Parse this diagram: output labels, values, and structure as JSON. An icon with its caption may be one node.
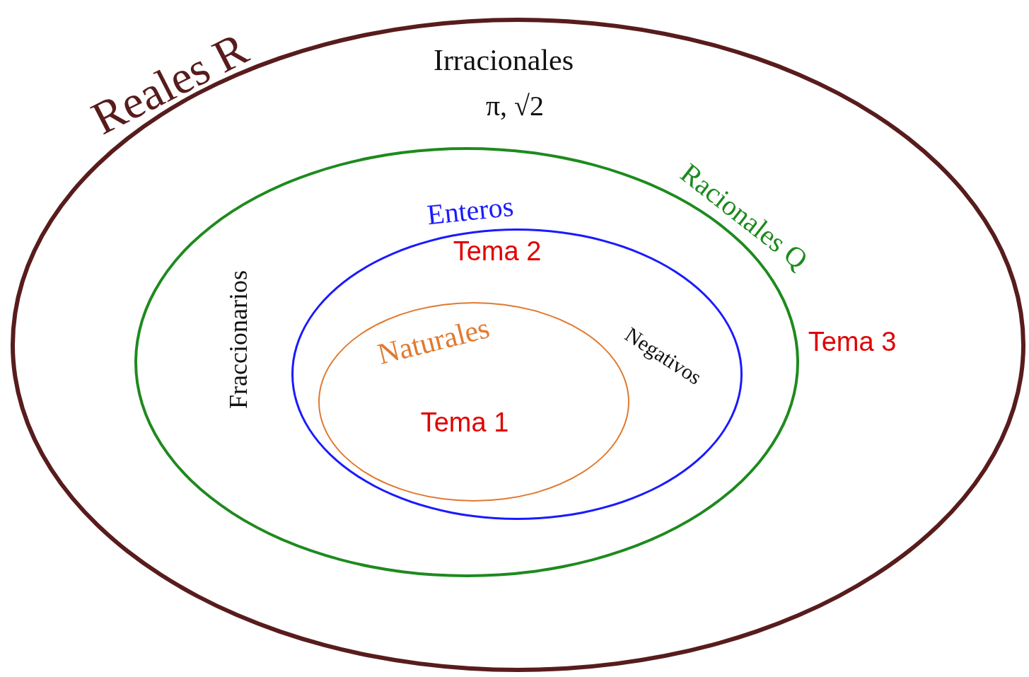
{
  "diagram": {
    "nodes": [
      {
        "text": [
          "Reales R",
          "Irracionales",
          "π, √2"
        ]
      },
      {
        "text": [
          "Racionales Q",
          "Fraccionarios",
          "Tema 3"
        ],
        "in": 0
      },
      {
        "text": [
          "Enteros",
          "Tema 2",
          "Negativos"
        ],
        "in": 1
      },
      {
        "text": [
          "Naturales",
          "Tema 1"
        ],
        "in": 2
      }
    ]
  }
}
